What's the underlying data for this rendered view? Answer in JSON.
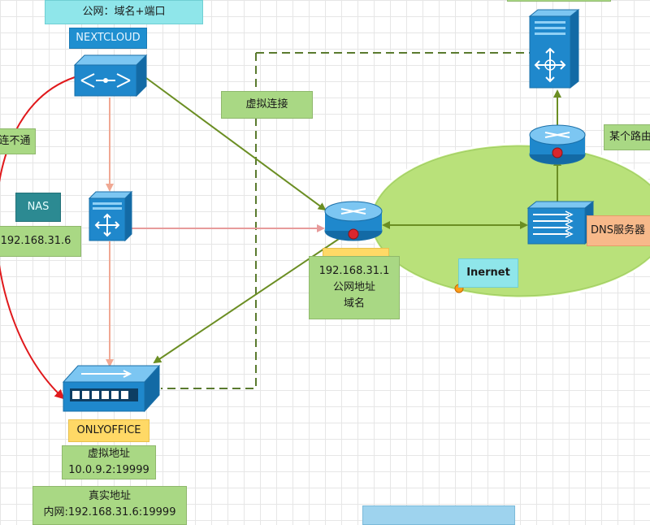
{
  "labels": {
    "public_access": "公网：域名+端口",
    "nextcloud": "NEXTCLOUD",
    "unreachable": "连不通",
    "nas_title": "NAS",
    "nas_ip": "192.168.31.6",
    "virtual_link": "虚拟连接",
    "router_ip": "192.168.31.1",
    "router_public": "公网地址",
    "router_domain": "域名",
    "internet": "Inernet",
    "some_router": "某个路由",
    "dns_server": "DNS服务器",
    "onlyoffice": "ONLYOFFICE",
    "virtual_addr_title": "虚拟地址",
    "virtual_addr_value": "10.0.9.2:19999",
    "real_addr_title": "真实地址",
    "real_addr_value": "内网:192.168.31.6:19999"
  },
  "colors": {
    "connector_green": "#6b8e23",
    "connector_pink": "#e79b9b",
    "connector_salmon": "#f0a893",
    "connector_red": "#e0191c",
    "internet_fill": "#b9e17a",
    "device_blue": "#1c86c8"
  },
  "icons": {
    "nextcloud_device": "switch-icon",
    "nas_device": "server-icon",
    "home_router": "router-icon",
    "some_router": "router-icon",
    "dns_device": "multilayer-switch-icon",
    "top_server": "file-server-icon",
    "onlyoffice_device": "hub-icon"
  }
}
